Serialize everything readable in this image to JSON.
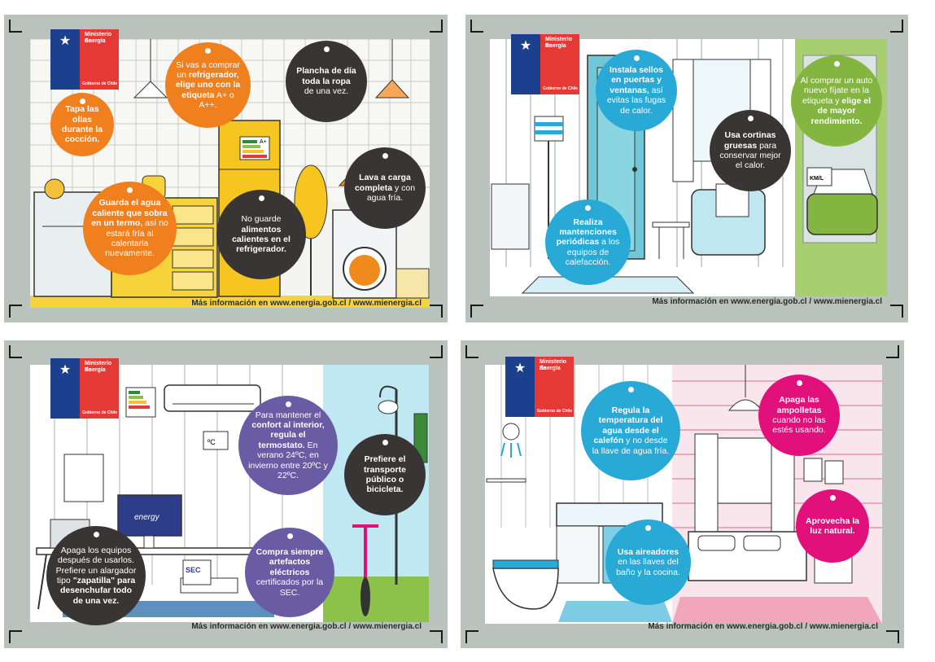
{
  "footer": "Más información en www.energia.gob.cl / www.mienergia.cl",
  "logo": {
    "title_line1": "Ministerio de",
    "title_line2": "Energía",
    "subtitle": "Gobierno de Chile"
  },
  "cards": [
    {
      "name": "kitchen",
      "bubbles": [
        {
          "color": "#f07f1e",
          "parts": [
            "Tapa las ollas durante la cocción."
          ]
        },
        {
          "color": "#f07f1e",
          "parts": [
            "Si vas a comprar un ",
            "refrigerador, elige uno con la etiqueta",
            " A+ o A++."
          ]
        },
        {
          "color": "#3a3535",
          "parts": [
            "Plancha de día toda la ropa",
            " de una vez."
          ]
        },
        {
          "color": "#3a3535",
          "parts": [
            "Lava a carga completa",
            " y con agua fría."
          ]
        },
        {
          "color": "#3a3535",
          "parts": [
            "No guarde ",
            "alimentos calientes en el refrigerador."
          ]
        },
        {
          "color": "#f07f1e",
          "parts": [
            "Guarda el agua caliente que sobra en un termo,",
            " así no estará fría al calentarla nuevamente."
          ]
        }
      ]
    },
    {
      "name": "living-room",
      "bubbles": [
        {
          "color": "#28a9d6",
          "parts": [
            "Instala sellos en puertas y ventanas,",
            " así evitas las fugas de calor."
          ]
        },
        {
          "color": "#84b541",
          "parts": [
            "Al comprar un auto nuevo fíjate en la etiqueta y ",
            "elige el de mayor rendimiento."
          ]
        },
        {
          "color": "#3a3535",
          "parts": [
            "Usa cortinas gruesas",
            " para conservar mejor el calor."
          ]
        },
        {
          "color": "#28a9d6",
          "parts": [
            "Realiza mantenciones periódicas",
            " a los equipos de calefacción."
          ]
        }
      ]
    },
    {
      "name": "office",
      "bubbles": [
        {
          "color": "#6a5ca4",
          "parts": [
            "Para mantener el ",
            "confort al interior, regula el termostato.",
            " En verano 24ºC, en invierno entre 20ºC y 22ºC."
          ]
        },
        {
          "color": "#3a3535",
          "parts": [
            "Prefiere el transporte público o bicicleta."
          ]
        },
        {
          "color": "#6a5ca4",
          "parts": [
            "Compra siempre artefactos eléctricos",
            " certificados por la SEC."
          ]
        },
        {
          "color": "#3a3535",
          "parts": [
            "Apaga los equipos después de usarlos. Prefiere un alargador tipo ",
            "\"zapatilla\" para desenchufar todo de una vez."
          ]
        }
      ]
    },
    {
      "name": "bathroom-bedroom",
      "bubbles": [
        {
          "color": "#28a9d6",
          "parts": [
            "Regula la temperatura del agua desde el calefón",
            " y no desde la llave de agua fría."
          ]
        },
        {
          "color": "#e2107a",
          "parts": [
            "Apaga las ampolletas",
            " cuando no las estés usando."
          ]
        },
        {
          "color": "#e2107a",
          "parts": [
            "Aprovecha la luz natural."
          ]
        },
        {
          "color": "#28a9d6",
          "parts": [
            "Usa aireadores",
            " en las llaves del baño y la cocina."
          ]
        }
      ]
    }
  ],
  "props": {
    "energy_label": "A+",
    "car_label": "KM/L",
    "sec_label": "SEC",
    "thermostat_label": "ºC",
    "energy_star": "energy"
  }
}
